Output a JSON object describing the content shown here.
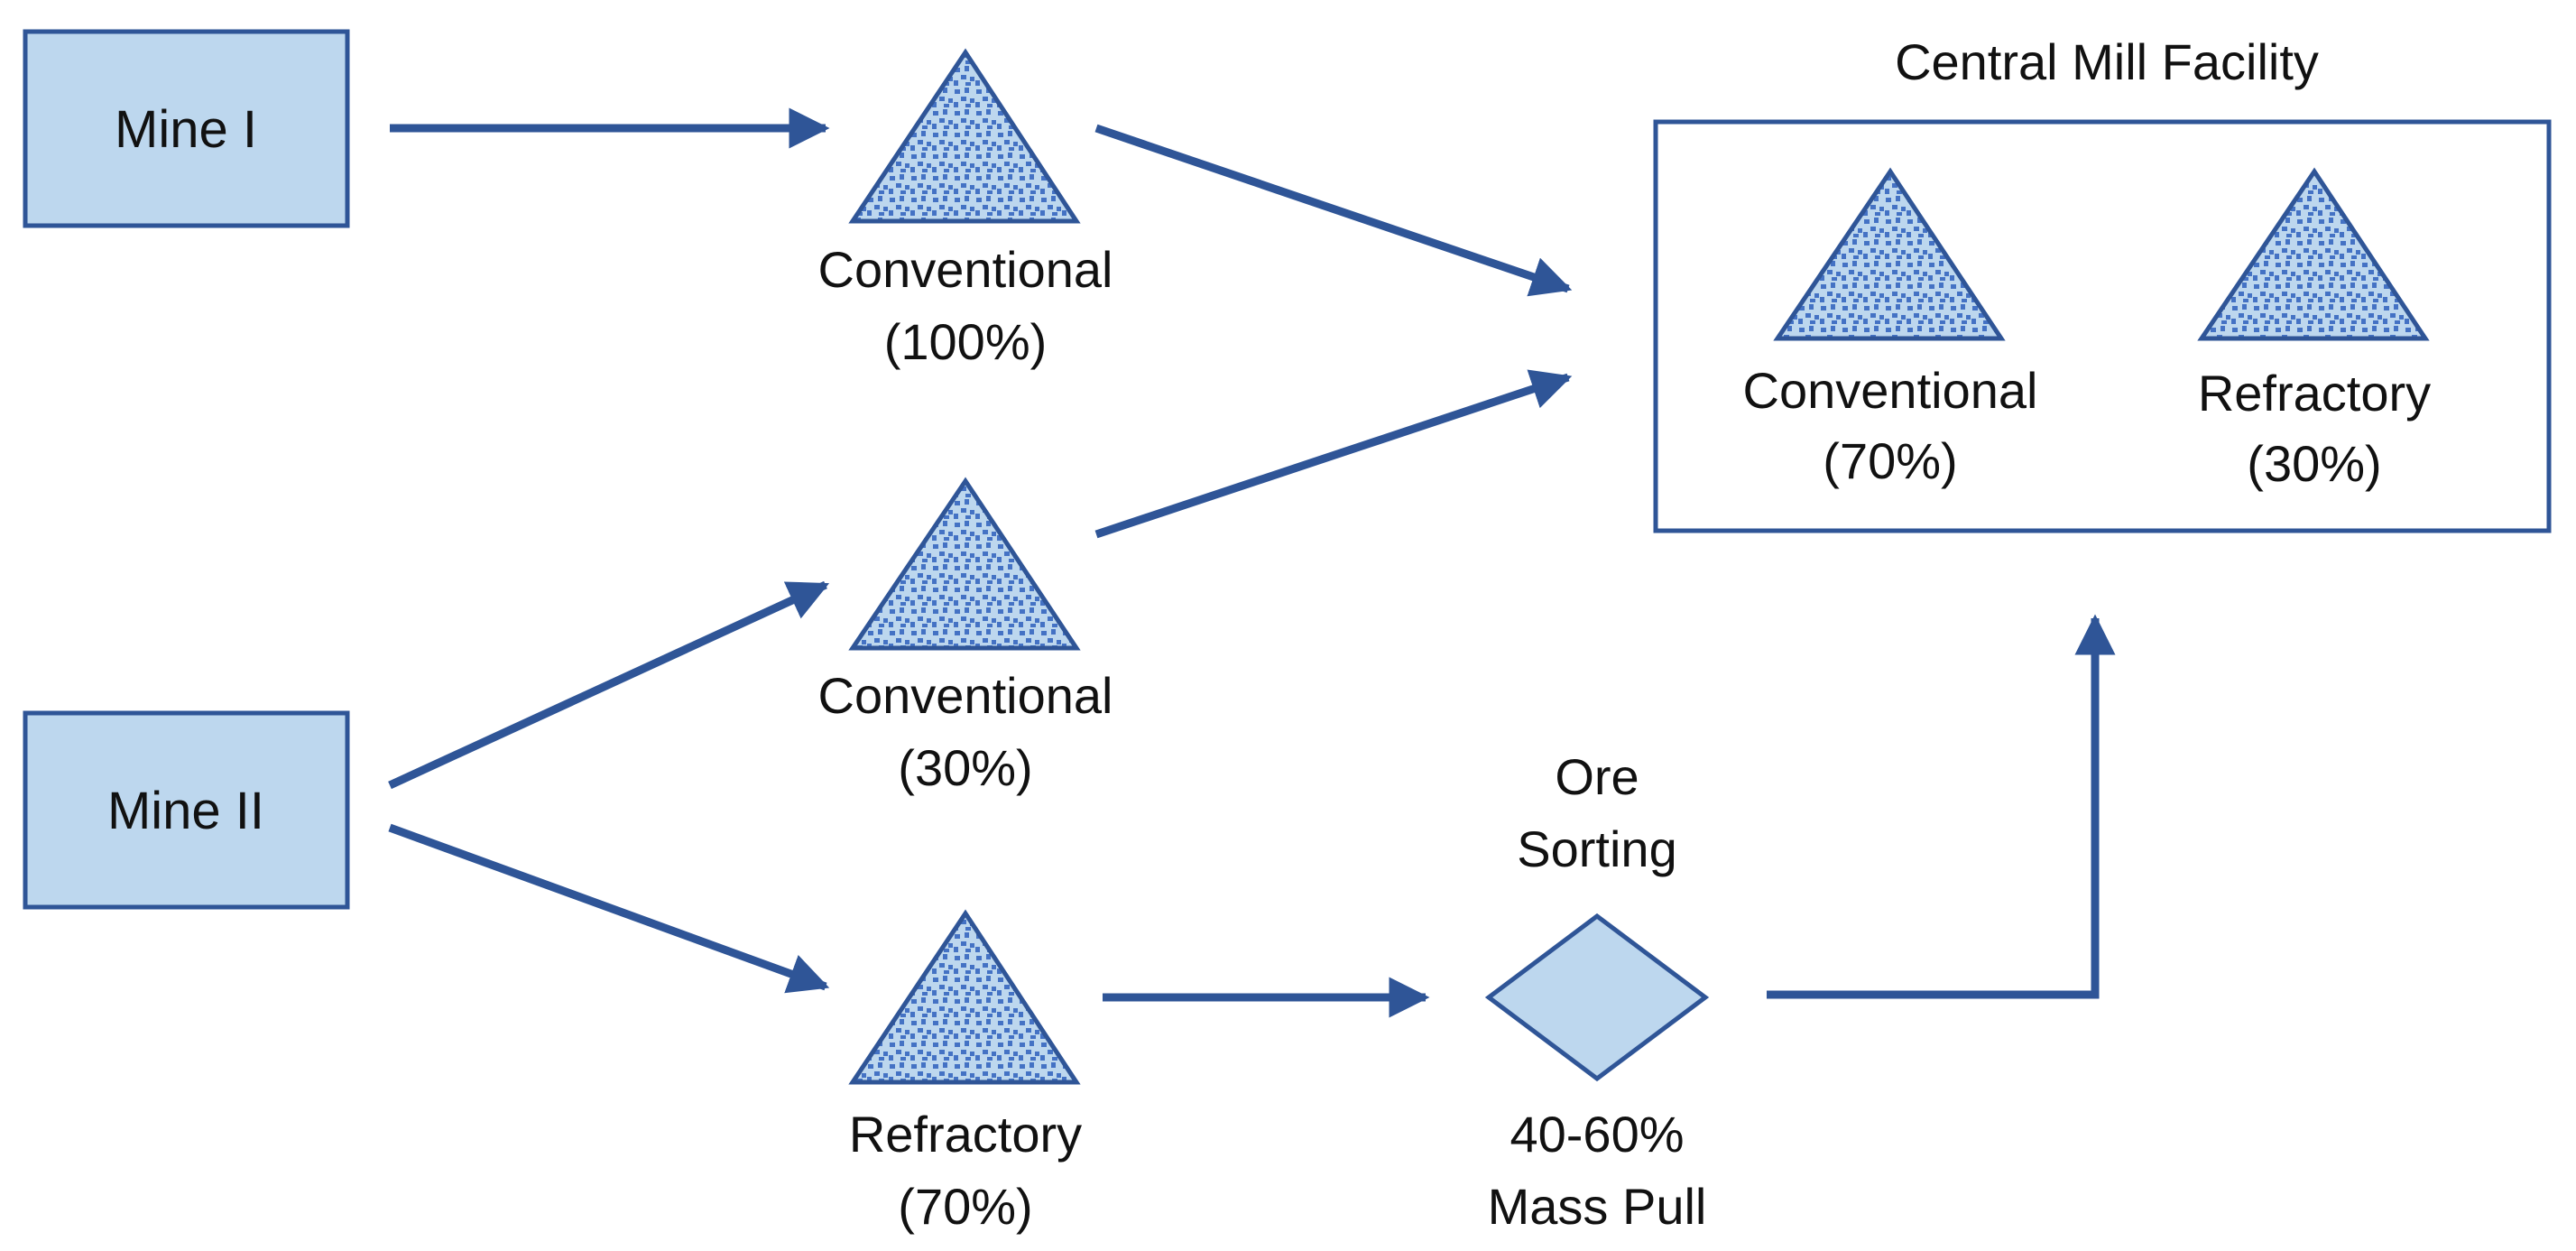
{
  "colors": {
    "stroke": "#2f5597",
    "fill": "#bdd7ee",
    "dots": "#4472c4",
    "text": "#111111"
  },
  "nodes": {
    "mine1": {
      "label": "Mine I"
    },
    "mine2": {
      "label": "Mine II"
    },
    "stockpile_conv_mine1": {
      "line1": "Conventional",
      "line2": "(100%)",
      "icon": "stockpile-triangle"
    },
    "stockpile_conv_mine2": {
      "line1": "Conventional",
      "line2": "(30%)",
      "icon": "stockpile-triangle"
    },
    "stockpile_refr_mine2": {
      "line1": "Refractory",
      "line2": "(70%)",
      "icon": "stockpile-triangle"
    },
    "ore_sorting": {
      "title_line1": "Ore",
      "title_line2": "Sorting",
      "line1": "40-60%",
      "line2": "Mass Pull",
      "icon": "diamond"
    }
  },
  "central_mill": {
    "title": "Central Mill Facility",
    "conventional": {
      "line1": "Conventional",
      "line2": "(70%)"
    },
    "refractory": {
      "line1": "Refractory",
      "line2": "(30%)"
    }
  }
}
